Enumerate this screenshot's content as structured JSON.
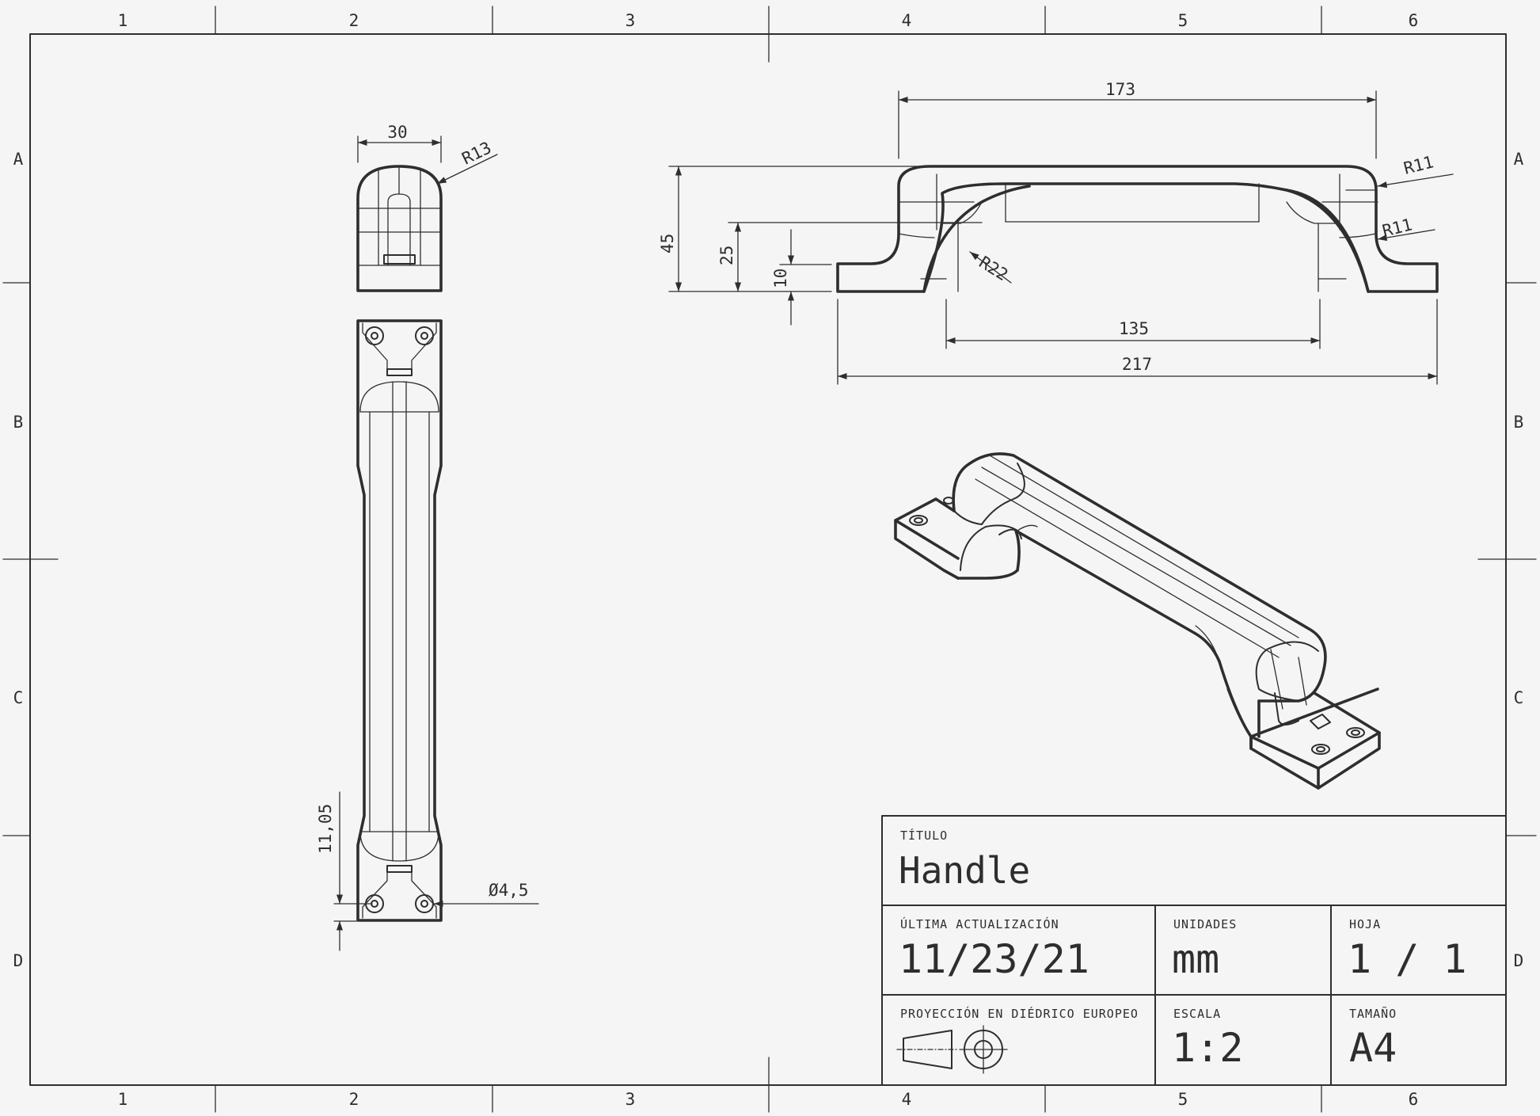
{
  "grid": {
    "columns": [
      "1",
      "2",
      "3",
      "4",
      "5",
      "6"
    ],
    "rows": [
      "A",
      "B",
      "C",
      "D"
    ]
  },
  "dimensions": {
    "top_width": "30",
    "top_radius": "R13",
    "front_top_length": "173",
    "front_radius_upper": "R11",
    "front_radius_lower": "R11",
    "front_height": "45",
    "front_mid_height": "25",
    "front_base_height": "10",
    "front_inner_radius": "R22",
    "front_inner_length": "135",
    "front_total_length": "217",
    "side_hole_offset": "11,05",
    "side_hole_diameter": "Ø4,5"
  },
  "title_block": {
    "title_label": "TÍTULO",
    "title": "Handle",
    "updated_label": "ÚLTIMA ACTUALIZACIÓN",
    "updated": "11/23/21",
    "units_label": "UNIDADES",
    "units": "mm",
    "sheet_label": "HOJA",
    "sheet": "1 / 1",
    "projection_label": "PROYECCIÓN EN DIÉDRICO EUROPEO",
    "scale_label": "ESCALA",
    "scale": "1:2",
    "size_label": "TAMAÑO",
    "size": "A4"
  },
  "colors": {
    "ink": "#2e2e2e",
    "paper": "#f5f5f5"
  }
}
